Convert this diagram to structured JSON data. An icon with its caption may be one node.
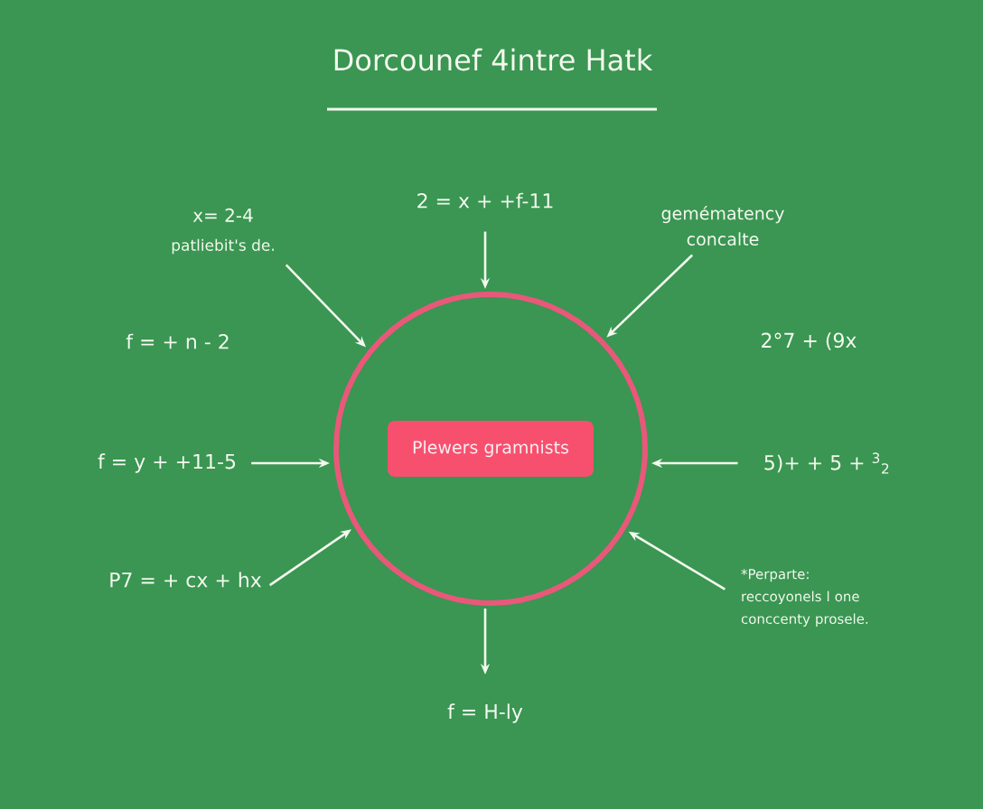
{
  "diagram": {
    "title": "Dorcounef 4intre Hatk",
    "nodes": [
      {
        "text": [
          "x= 2-4",
          "patliebit's de."
        ]
      },
      {
        "text": [
          "2 = x + +f-11"
        ]
      },
      {
        "text": [
          "gemématency concalte"
        ]
      },
      {
        "text": [],
        "shape": "circle"
      },
      {
        "text": [
          "Plewers gramnists"
        ],
        "in": 3
      },
      {
        "text": [
          "f = y + +11-5"
        ]
      },
      {
        "text": [
          "5)+ + 5 + $^{3}$$_{2}$"
        ]
      },
      {
        "text": [
          "P7 = + cx + hx"
        ]
      },
      {
        "text": [
          "*Perparte: reccoyonels l one conccenty prosele."
        ]
      },
      {
        "text": [
          "f = H-ly"
        ]
      }
    ],
    "edges": [
      {
        "from": 0,
        "to": 3,
        "arrow": "to"
      },
      {
        "from": 1,
        "to": 3,
        "arrow": "to"
      },
      {
        "from": 2,
        "to": 3,
        "arrow": "to"
      },
      {
        "from": 5,
        "to": 3,
        "arrow": "to"
      },
      {
        "from": 6,
        "to": 3,
        "arrow": "to"
      },
      {
        "from": 7,
        "to": 3,
        "arrow": "to"
      },
      {
        "from": 8,
        "to": 3,
        "arrow": "to"
      },
      {
        "from": 3,
        "to": 9,
        "arrow": "to"
      }
    ],
    "labels": [
      "f = + n - 2",
      "2°7 + (9x"
    ]
  }
}
